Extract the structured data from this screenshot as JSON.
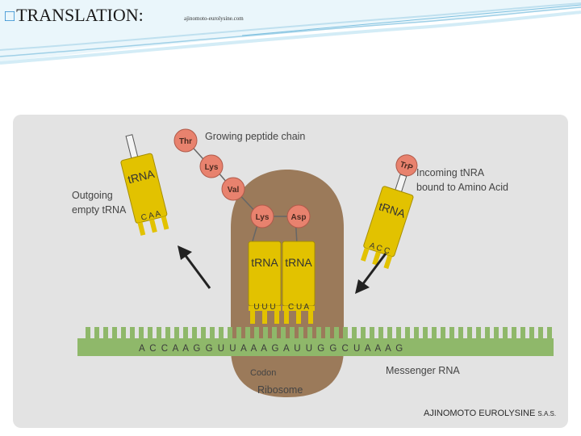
{
  "slide": {
    "title": "TRANSLATION:",
    "title_bullet_icon": "square-bullet-icon",
    "source": "ajinomoto-eurolysine.com"
  },
  "diagram": {
    "labels": {
      "growing_chain": "Growing peptide chain",
      "outgoing_1": "Outgoing",
      "outgoing_2": "empty tRNA",
      "incoming_1": "Incoming tNRA",
      "incoming_2": "bound to Amino Acid",
      "codon": "Codon",
      "ribosome": "Ribosome",
      "messenger": "Messenger RNA",
      "brand": "AJINOMOTO EUROLYSINE",
      "brand_suffix": "S.A.S."
    },
    "amino_acids": {
      "thr": "Thr",
      "lys_chain": "Lys",
      "val": "Val",
      "lys": "Lys",
      "asp": "Asp",
      "trp": "TrP"
    },
    "trna": {
      "label": "tRNA",
      "label_left": "tRNA",
      "label_right": "tRNA",
      "label_outgoing": "tRNA",
      "label_incoming": "tRNA",
      "anticodon_left": "U U U",
      "anticodon_right": "C U A",
      "anticodon_outgoing": "C A A",
      "anticodon_incoming": "A C C"
    },
    "mrna_sequence": "A C C A A G G U U A A A G A U U G G C U A A A G",
    "colors": {
      "trna": "#e2c200",
      "amino_acid": "#e8826e",
      "ribosome": "#9b7a5a",
      "mrna": "#8fb86a",
      "background": "#e3e3e3"
    }
  }
}
